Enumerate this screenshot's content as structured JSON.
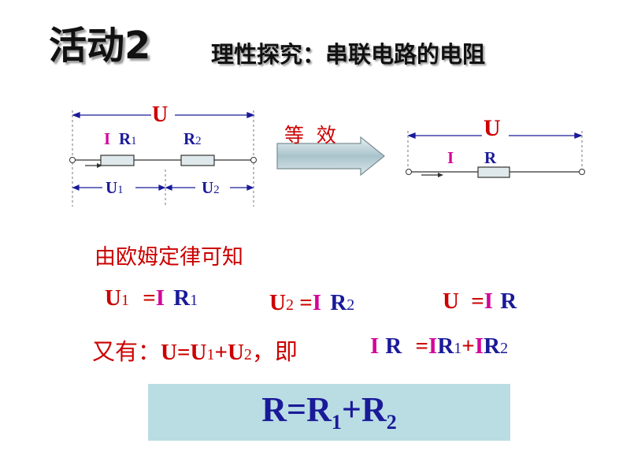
{
  "title": {
    "main": "活动2",
    "sub": "理性探究：串联电路的电阻"
  },
  "circuit_left": {
    "total_voltage": "U",
    "current": "I",
    "r1": "R",
    "r1_sub": "1",
    "r2": "R",
    "r2_sub": "2",
    "u1": "U",
    "u1_sub": "1",
    "u2": "U",
    "u2_sub": "2"
  },
  "arrow_label": "等  效",
  "circuit_right": {
    "total_voltage": "U",
    "current": "I",
    "resistor": "R"
  },
  "statement": "由欧姆定律可知",
  "equations": {
    "eq1": {
      "u": "U",
      "u_sub": "1",
      "eq": "=",
      "i": "I",
      "r": "R",
      "r_sub": "1"
    },
    "eq2": {
      "u": "U",
      "u_sub": "2",
      "eq": "=",
      "i": "I",
      "r": "R",
      "r_sub": "2"
    },
    "eq3": {
      "u": "U",
      "eq": "=",
      "i": "I",
      "r": "R"
    }
  },
  "line3": {
    "prefix": "又有：",
    "sum": "U=U",
    "sub1": "1",
    "plus": "+U",
    "sub2": "2",
    "comma": "，即",
    "i": "I",
    "r": "R",
    "eq": "=",
    "i1": "I",
    "r1": "R",
    "r1_sub": "1",
    "plus2": "+",
    "i2": "I",
    "r2": "R",
    "r2_sub": "2"
  },
  "result": {
    "lhs": "R=R",
    "sub1": "1",
    "plus": "+R",
    "sub2": "2"
  },
  "colors": {
    "red": "#cc0000",
    "navy": "#1a1a99",
    "magenta": "#d4009a",
    "box": "#b9dde3"
  }
}
